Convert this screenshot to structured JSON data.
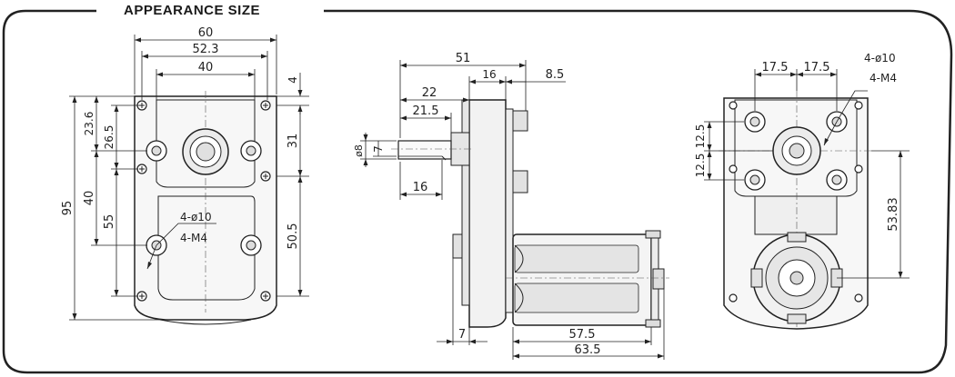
{
  "title": "APPEARANCE SIZE",
  "colors": {
    "line": "#222222",
    "fill_light": "#f4f4f4",
    "fill_mid": "#e6e6e6",
    "fill_dark": "#cfcfcf"
  },
  "front_view": {
    "dims": {
      "w60": "60",
      "w52": "52.3",
      "w40": "40",
      "d4": "4",
      "h95": "95",
      "h23": "23.6",
      "h26": "26.5",
      "h40": "40",
      "h55": "55",
      "h31": "31",
      "h50": "50.5",
      "hole": "4-ø10",
      "thread": "4-M4"
    }
  },
  "side_view": {
    "dims": {
      "l51": "51",
      "l16a": "16",
      "l85": "8.5",
      "l22": "22",
      "l215": "21.5",
      "d8": "ø8",
      "d7": "7",
      "l16b": "16",
      "b7": "7",
      "l575": "57.5",
      "l635": "63.5"
    }
  },
  "back_view": {
    "dims": {
      "s175a": "17.5",
      "s175b": "17.5",
      "hole": "4-ø10",
      "thread": "4-M4",
      "v125a": "12.5",
      "v125b": "12.5",
      "v5383": "53.83"
    }
  }
}
